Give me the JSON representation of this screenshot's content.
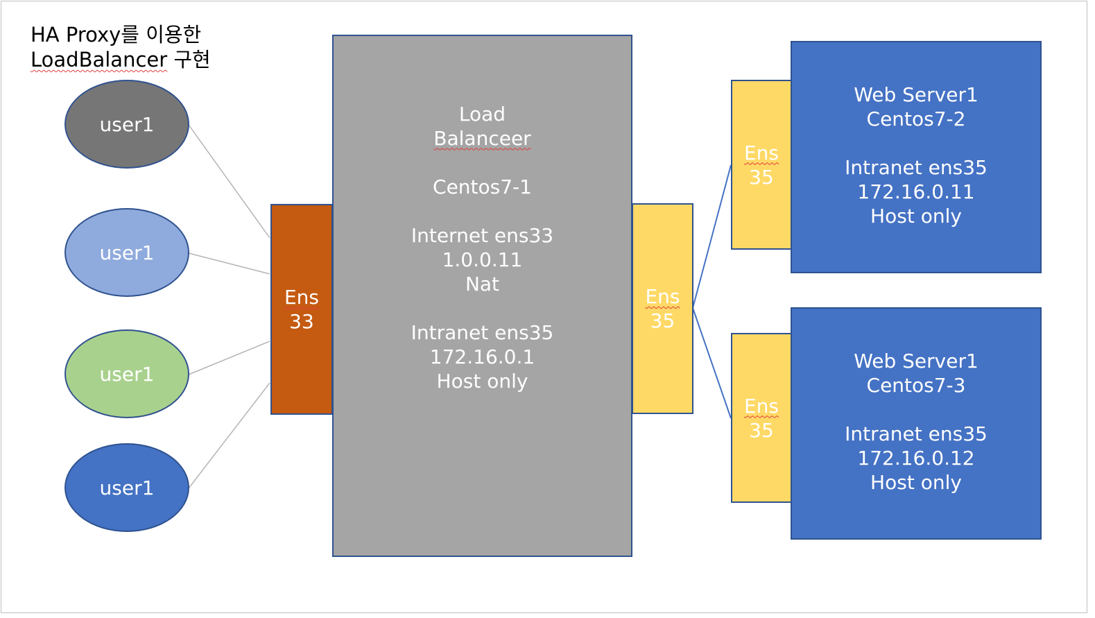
{
  "title": {
    "line1": "HA Proxy를 이용한",
    "line2_word": "LoadBalancer",
    "line2_rest": " 구현"
  },
  "users": [
    {
      "label": "user1",
      "color": "#767676"
    },
    {
      "label": "user1",
      "color": "#8faadc"
    },
    {
      "label": "user1",
      "color": "#a9d18e"
    },
    {
      "label": "user1",
      "color": "#4472c4"
    }
  ],
  "load_balancer": {
    "line1": "Load",
    "line2": "Balanceer",
    "line3": "Centos7-1",
    "line4": "Internet ens33",
    "line5": "1.0.0.11",
    "line6": "Nat",
    "line7": "Intranet ens35",
    "line8": "172.16.0.1",
    "line9": "Host only",
    "color": "#a5a5a5"
  },
  "lb_ens33": {
    "line1": "Ens",
    "line2": "33",
    "color": "#c55a11"
  },
  "lb_ens35": {
    "line1": "Ens",
    "line2": "35",
    "color": "#ffd966"
  },
  "web_servers": [
    {
      "ens_line1": "Ens",
      "ens_line2": "35",
      "line1": "Web Server1",
      "line2": "Centos7-2",
      "line3": "Intranet ens35",
      "line4": "172.16.0.11",
      "line5": "Host only",
      "color": "#4472c4"
    },
    {
      "ens_line1": "Ens",
      "ens_line2": "35",
      "line1": "Web Server1",
      "line2": "Centos7-3",
      "line3": "Intranet ens35",
      "line4": "172.16.0.12",
      "line5": "Host only",
      "color": "#4472c4"
    }
  ]
}
